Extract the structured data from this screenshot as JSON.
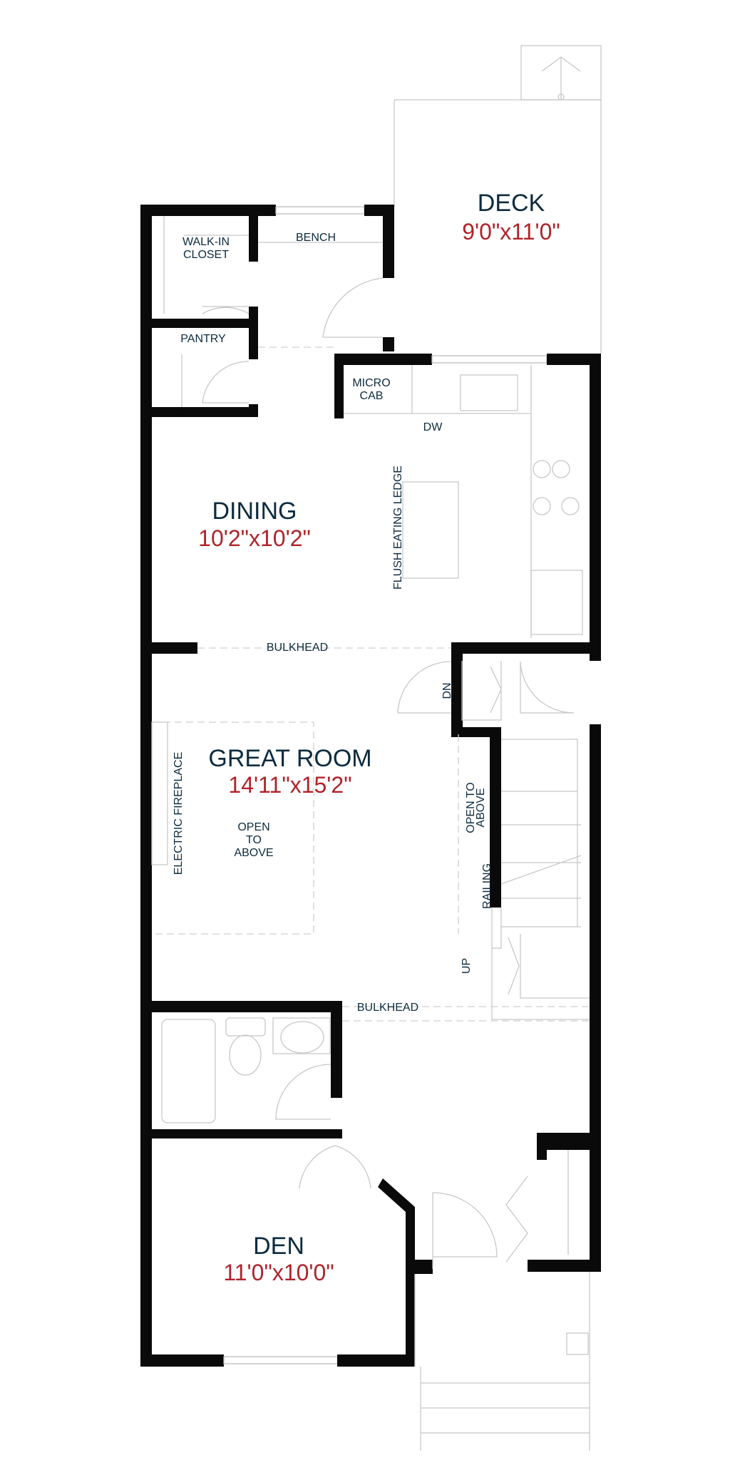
{
  "colors": {
    "label": "#0d2b3e",
    "dimension": "#b0232a",
    "wall": "#0a0a0a"
  },
  "rooms": {
    "deck": {
      "name": "DECK",
      "size": "9'0\"x11'0\""
    },
    "dining": {
      "name": "DINING",
      "size": "10'2\"x10'2\""
    },
    "great_room": {
      "name": "GREAT ROOM",
      "size": "14'11\"x15'2\""
    },
    "den": {
      "name": "DEN",
      "size": "11'0\"x10'0\""
    }
  },
  "annotations": {
    "bench": "BENCH",
    "walk_in_1": "WALK-IN",
    "walk_in_2": "CLOSET",
    "pantry": "PANTRY",
    "micro_1": "MICRO",
    "micro_2": "CAB",
    "dw": "DW",
    "eating_ledge": "FLUSH EATING LEDGE",
    "bulkhead_1": "BULKHEAD",
    "dn": "DN",
    "fireplace": "ELECTRIC FIREPLACE",
    "open_above_1": "OPEN",
    "open_above_2": "TO",
    "open_above_3": "ABOVE",
    "open_to_above_a": "OPEN TO",
    "open_to_above_b": "ABOVE",
    "railing": "RAILING",
    "up": "UP",
    "bulkhead_2": "BULKHEAD"
  }
}
